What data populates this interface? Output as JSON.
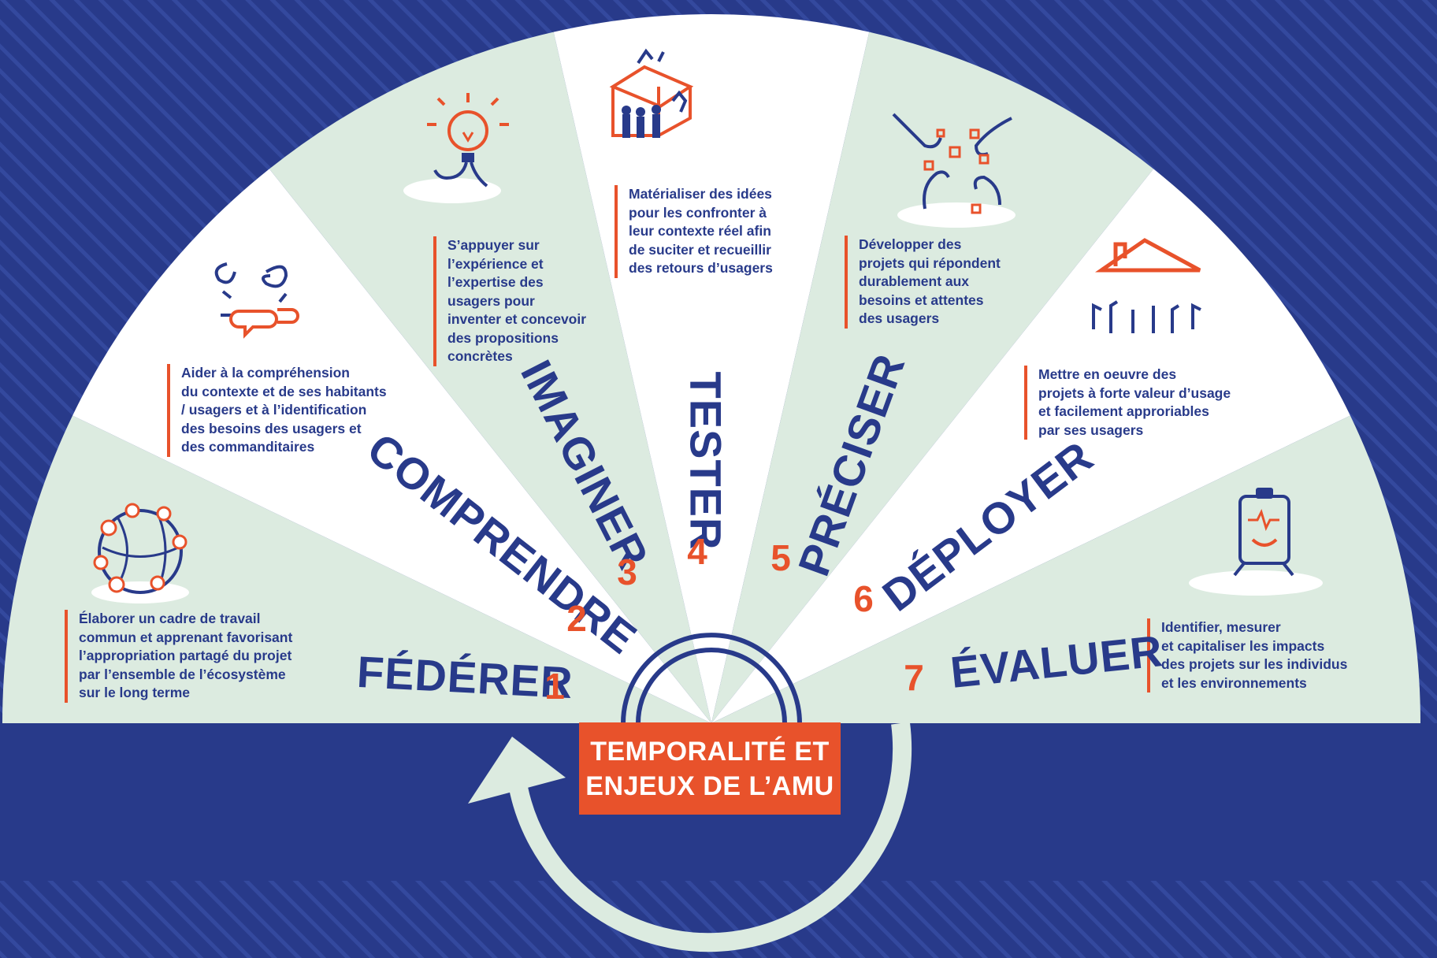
{
  "colors": {
    "navy": "#283a8a",
    "navy_stripe": "#34499e",
    "mint": "#dcebe0",
    "white": "#ffffff",
    "orange": "#e8522b"
  },
  "center": {
    "line1": "TEMPORALITÉ  ET",
    "line2": "ENJEUX DE L’AMU"
  },
  "stages": [
    {
      "number": "1",
      "label": "FÉDÉRER",
      "icon": "globe-hands-icon",
      "description": [
        "Élaborer un cadre de travail",
        "commun et apprenant favorisant",
        "l’appropriation partagé du projet",
        "par l’ensemble de l’écosystème",
        "sur le long terme"
      ]
    },
    {
      "number": "2",
      "label": "COMPRENDRE",
      "icon": "speech-bubbles-icon",
      "description": [
        "Aider à la compréhension",
        "du contexte et de ses habitants",
        "/ usagers et à l’identification",
        "des besoins des usagers et",
        "des commanditaires"
      ]
    },
    {
      "number": "3",
      "label": "IMAGINER",
      "icon": "running-lightbulb-icon",
      "description": [
        "S’appuyer sur",
        "l’expérience et",
        "l’expertise des",
        "usagers pour",
        "inventer et concevoir",
        "des propositions",
        "concrètes"
      ]
    },
    {
      "number": "4",
      "label": "TESTER",
      "icon": "house-people-icon",
      "description": [
        "Matérialiser des idées",
        "pour les confronter à",
        "leur contexte réel afin",
        "de suciter et recueillir",
        "des retours d’usagers"
      ]
    },
    {
      "number": "5",
      "label": "PRÉCISER",
      "icon": "hands-pieces-icon",
      "description": [
        "Développer des",
        "projets qui répondent",
        "durablement aux",
        "besoins et attentes",
        "des usagers"
      ]
    },
    {
      "number": "6",
      "label": "DÉPLOYER",
      "icon": "roof-hands-icon",
      "description": [
        "Mettre en oeuvre des",
        "projets à forte valeur d’usage",
        "et facilement approriables",
        "par ses usagers"
      ]
    },
    {
      "number": "7",
      "label": "ÉVALUER",
      "icon": "clipboard-smile-icon",
      "description": [
        "Identifier, mesurer",
        "et capitaliser les impacts",
        "des projets sur les individus",
        "et les environnements"
      ]
    }
  ]
}
